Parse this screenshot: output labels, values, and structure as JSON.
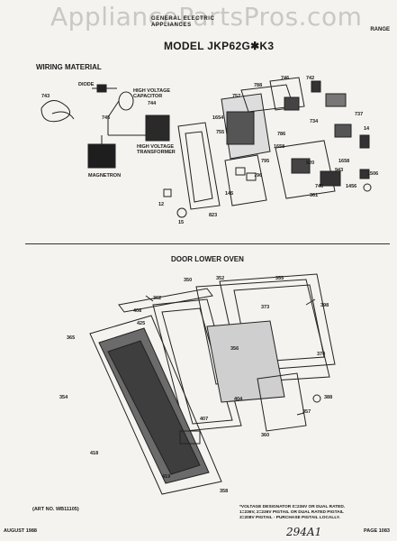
{
  "watermark": "AppliancePartsPros.com",
  "brand": {
    "line1": "GENERAL ELECTRIC",
    "line2": "APPLIANCES"
  },
  "category": "RANGE",
  "model_title": "MODEL JKP62G✱K3",
  "sections": {
    "wiring": "WIRING MATERIAL",
    "door": "DOOR LOWER OVEN"
  },
  "wiring_labels": [
    "DIODE",
    "HIGH VOLTAGE",
    "CAPACITOR",
    "HIGH VOLTAGE",
    "TRANSFORMER",
    "MAGNETRON",
    "743",
    "745",
    "744",
    "788",
    "746",
    "742",
    "757",
    "1654",
    "755",
    "734",
    "737",
    "786",
    "795",
    "1658",
    "1658",
    "796",
    "920",
    "943",
    "145",
    "1456",
    "1506",
    "12",
    "15",
    "823",
    "361",
    "746",
    "14"
  ],
  "door_labels": [
    "350",
    "352",
    "355",
    "373",
    "398",
    "362",
    "408",
    "425",
    "365",
    "356",
    "404",
    "374",
    "388",
    "357",
    "407",
    "360",
    "419",
    "358",
    "418",
    "354"
  ],
  "art_no": "(ART NO. WB11105)",
  "notes": [
    "*VOLTAGE DESIGNATOR 0=236V OR DUAL RATED.",
    "1=236V, 2=236V PIGTAIL OR DUAL RATED PIGTAIL",
    "3=208V PIGTAIL - PURCHASE PIGTAIL LOCALLY."
  ],
  "footer": {
    "date": "AUGUST 1988",
    "page": "PAGE 1083",
    "handwritten": "294A1"
  }
}
